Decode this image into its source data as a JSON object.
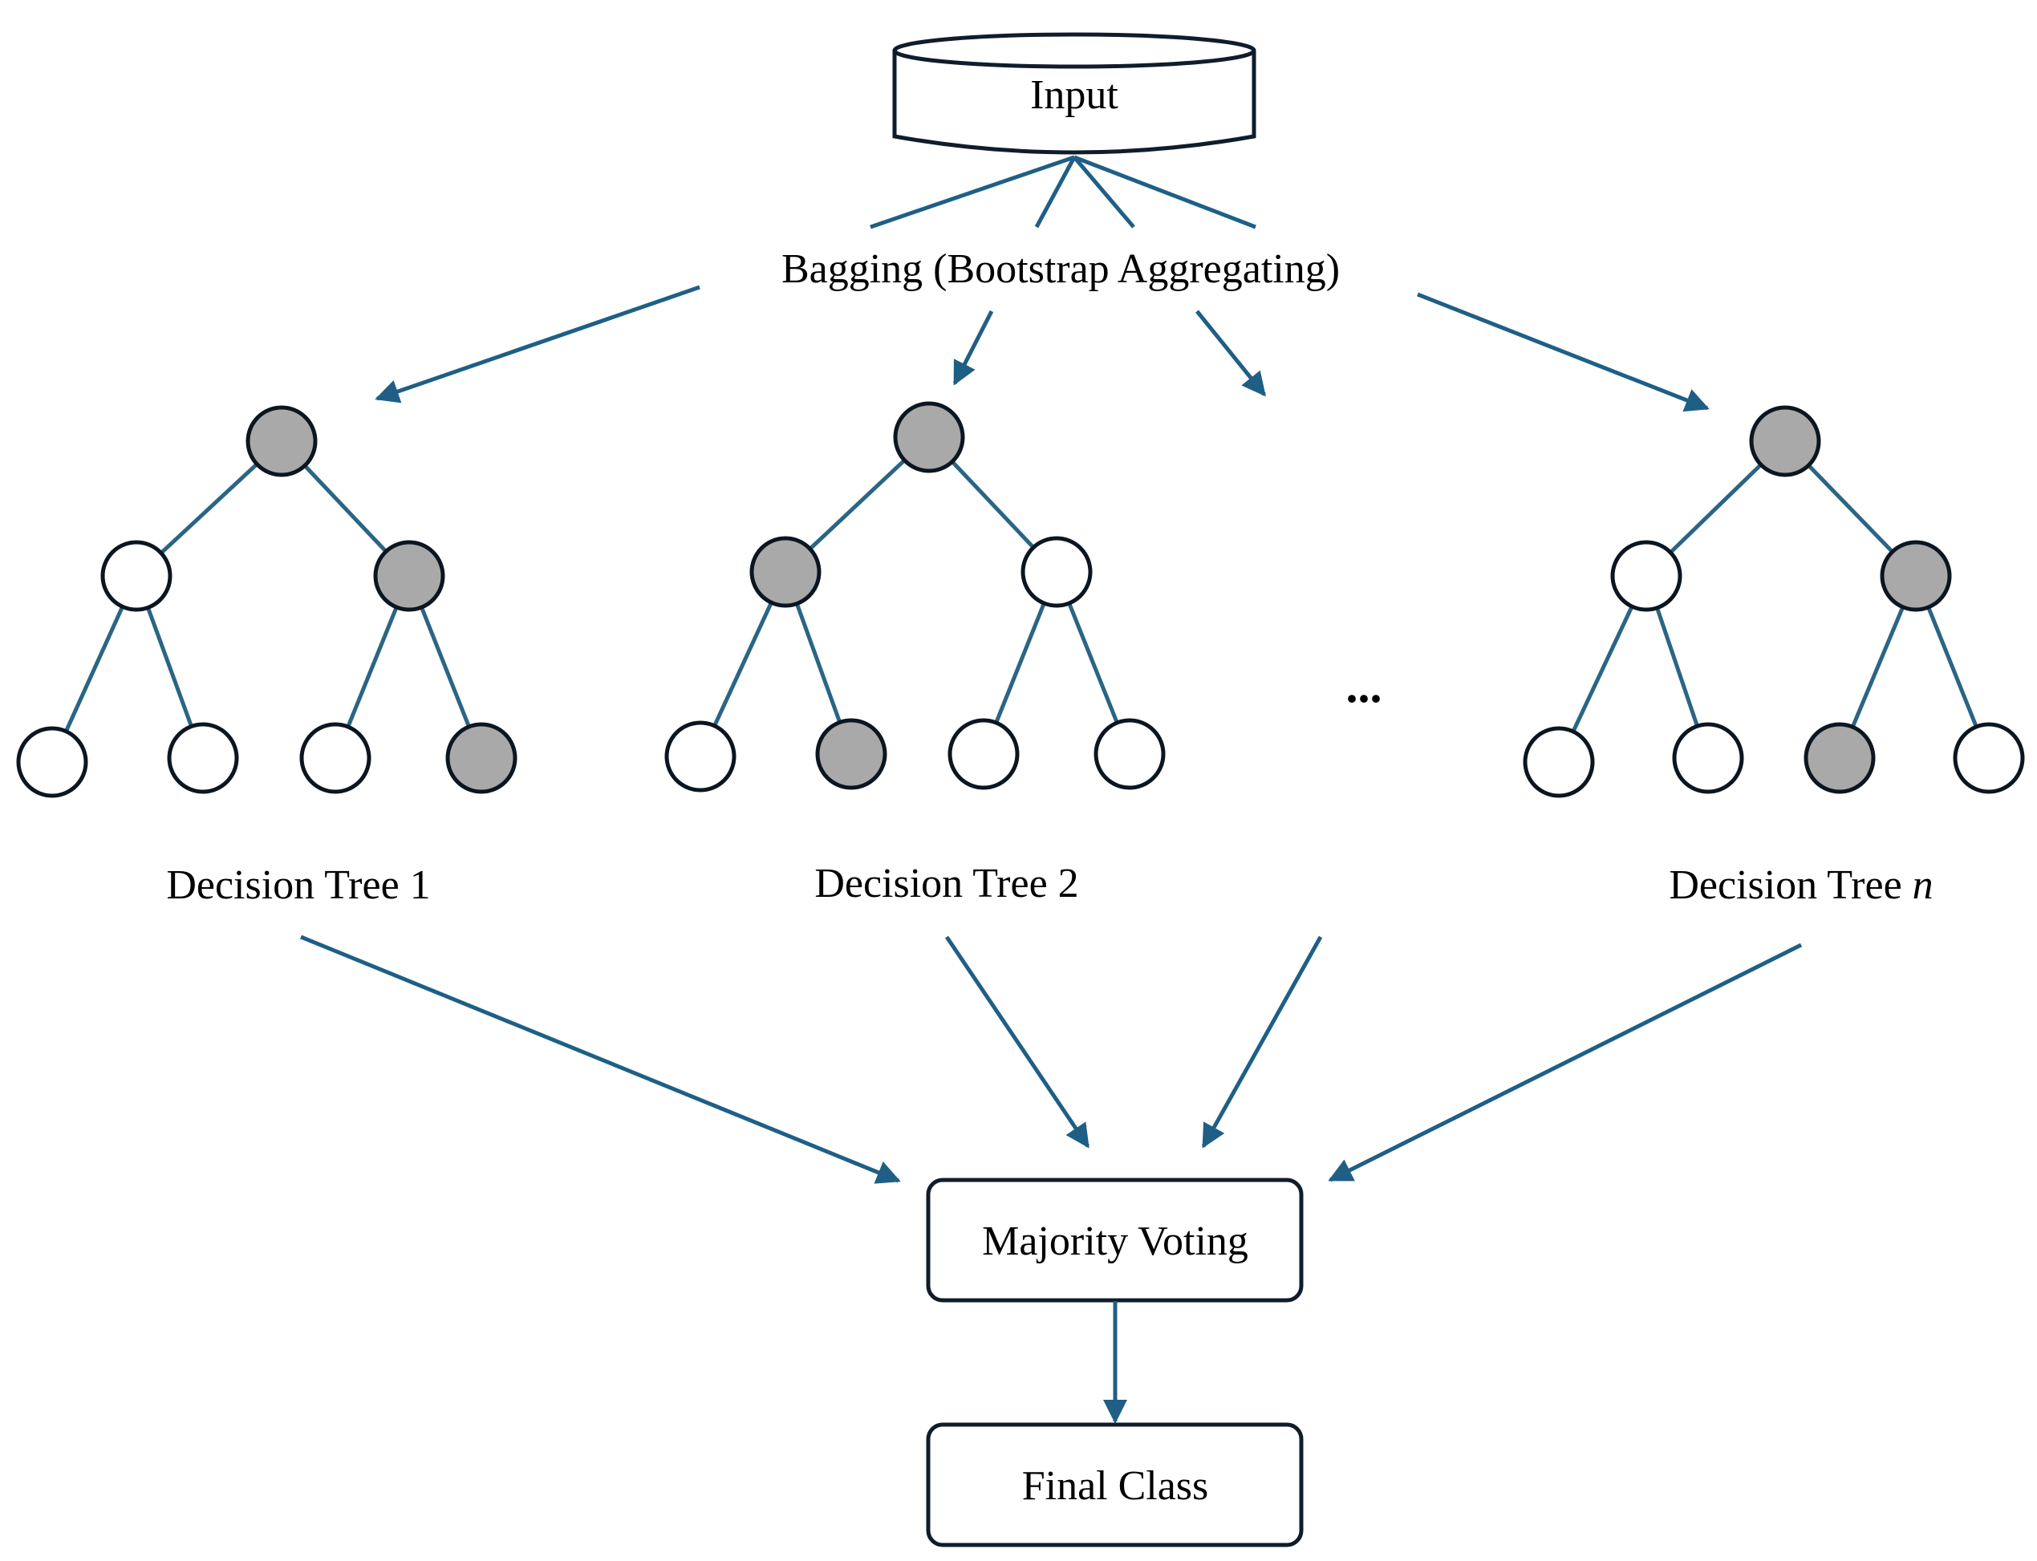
{
  "input_label": "Input",
  "bagging_label": "Bagging (Bootstrap Aggregating)",
  "ellipsis": "...",
  "trees": [
    {
      "label_text": "Decision Tree ",
      "label_suffix": "1",
      "nodes": [
        "gray",
        "white",
        "gray",
        "white",
        "white",
        "white",
        "gray"
      ]
    },
    {
      "label_text": "Decision Tree ",
      "label_suffix": "2",
      "nodes": [
        "gray",
        "gray",
        "white",
        "white",
        "gray",
        "white",
        "white"
      ]
    },
    {
      "label_text": "Decision Tree ",
      "label_suffix": "n",
      "nodes": [
        "gray",
        "white",
        "gray",
        "white",
        "white",
        "gray",
        "white"
      ]
    }
  ],
  "voting_label": "Majority Voting",
  "final_label": "Final Class",
  "colors": {
    "arrow": "#1f5f86",
    "tree_link": "#2b6585",
    "node_gray": "#a9a9a9",
    "node_white": "#ffffff",
    "outline": "#0b1621"
  }
}
